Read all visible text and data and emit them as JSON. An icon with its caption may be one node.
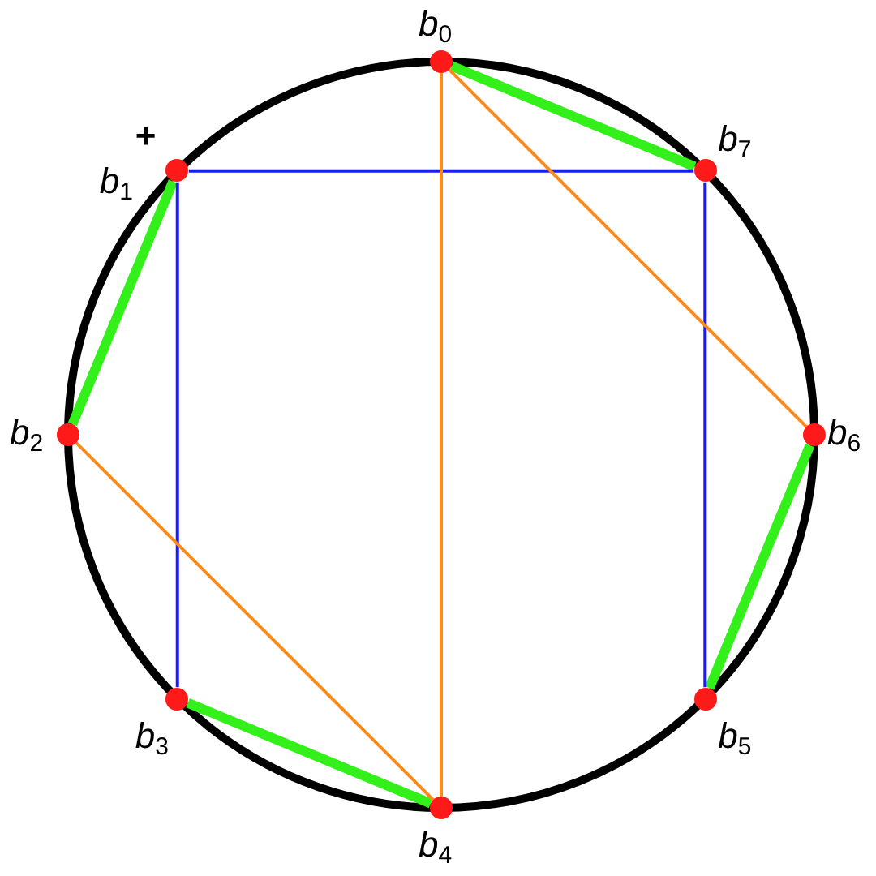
{
  "diagram": {
    "nodes": [
      {
        "text": [],
        "shape": "circle",
        "beside": [
          "*b*$_{0}$"
        ]
      },
      {
        "text": [],
        "shape": "circle",
        "beside": [
          "*b*$_{1}$"
        ]
      },
      {
        "text": [],
        "shape": "circle",
        "beside": [
          "*b*$_{2}$"
        ]
      },
      {
        "text": [],
        "shape": "circle",
        "beside": [
          "*b*$_{3}$"
        ]
      },
      {
        "text": [],
        "shape": "circle",
        "beside": [
          "*b*$_{4}$"
        ]
      },
      {
        "text": [],
        "shape": "circle",
        "beside": [
          "*b*$_{5}$"
        ]
      },
      {
        "text": [],
        "shape": "circle",
        "beside": [
          "*b*$_{6}$"
        ]
      },
      {
        "text": [],
        "shape": "circle",
        "beside": [
          "*b*$_{7}$"
        ]
      }
    ],
    "edges": [
      {
        "from": 0,
        "to": 7,
        "arrow": "none",
        "style": "thick"
      },
      {
        "from": 1,
        "to": 2,
        "arrow": "none",
        "style": "thick"
      },
      {
        "from": 3,
        "to": 4,
        "arrow": "none",
        "style": "thick"
      },
      {
        "from": 5,
        "to": 6,
        "arrow": "none",
        "style": "thick"
      },
      {
        "from": 1,
        "to": 7,
        "arrow": "none",
        "color": "#1a1aff"
      },
      {
        "from": 1,
        "to": 3,
        "arrow": "none",
        "color": "#1a1aff"
      },
      {
        "from": 7,
        "to": 5,
        "arrow": "none",
        "color": "#1a1aff"
      },
      {
        "from": 0,
        "to": 4,
        "arrow": "none",
        "color": "#ff8a1a"
      },
      {
        "from": 0,
        "to": 6,
        "arrow": "none",
        "color": "#ff8a1a"
      },
      {
        "from": 2,
        "to": 4,
        "arrow": "none",
        "color": "#ff8a1a"
      }
    ],
    "labels": [
      "+"
    ]
  }
}
